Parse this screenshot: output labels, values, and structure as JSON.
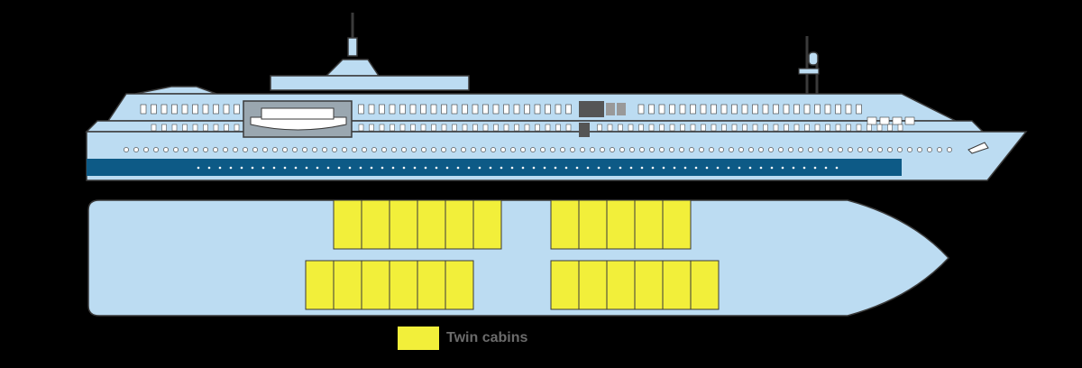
{
  "colors": {
    "background": "#000000",
    "hull_fill": "#bcdcf2",
    "outline": "#3a3a3a",
    "stripe": "#0d5a86",
    "cabin": "#f2ef3a",
    "window": "#ffffff",
    "dark_window": "#555555",
    "legend_text": "#6b6b6b"
  },
  "ship_profile": {
    "subject": "ship-side-profile",
    "icons": [
      "radar-mast-icon",
      "lifeboat-icon",
      "bridge-window-icon"
    ]
  },
  "deck_plan": {
    "subject": "deck-plan",
    "cabin_rows": [
      {
        "row": "upper",
        "blocks": [
          6,
          5
        ]
      },
      {
        "row": "lower",
        "blocks": [
          6,
          6
        ]
      }
    ]
  },
  "legend": {
    "items": [
      {
        "label": "Twin cabins",
        "color": "#f2ef3a"
      }
    ]
  }
}
